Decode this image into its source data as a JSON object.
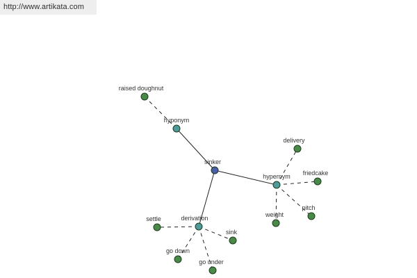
{
  "watermark": "http://www.artikata.com",
  "colors": {
    "center": "#4b5ea8",
    "relation": "#4f9a9a",
    "leaf": "#4a8a48",
    "edge": "#222222"
  },
  "nodes": {
    "sinker": {
      "label": "sinker",
      "kind": "center"
    },
    "hyponym": {
      "label": "hyponym",
      "kind": "relation"
    },
    "hypernym": {
      "label": "hypernym",
      "kind": "relation"
    },
    "derivation": {
      "label": "derivation",
      "kind": "relation"
    },
    "raised_doughnut": {
      "label": "raised doughnut",
      "kind": "leaf"
    },
    "delivery": {
      "label": "delivery",
      "kind": "leaf"
    },
    "friedcake": {
      "label": "friedcake",
      "kind": "leaf"
    },
    "pitch": {
      "label": "pitch",
      "kind": "leaf"
    },
    "weight": {
      "label": "weight",
      "kind": "leaf"
    },
    "settle": {
      "label": "settle",
      "kind": "leaf"
    },
    "sink": {
      "label": "sink",
      "kind": "leaf"
    },
    "go_down": {
      "label": "go down",
      "kind": "leaf"
    },
    "go_under": {
      "label": "go under",
      "kind": "leaf"
    }
  },
  "edges": [
    {
      "from": "sinker",
      "to": "hyponym",
      "style": "solid"
    },
    {
      "from": "sinker",
      "to": "hypernym",
      "style": "solid"
    },
    {
      "from": "sinker",
      "to": "derivation",
      "style": "solid"
    },
    {
      "from": "hyponym",
      "to": "raised_doughnut",
      "style": "dashed"
    },
    {
      "from": "hypernym",
      "to": "delivery",
      "style": "dashed"
    },
    {
      "from": "hypernym",
      "to": "friedcake",
      "style": "dashed"
    },
    {
      "from": "hypernym",
      "to": "pitch",
      "style": "dashed"
    },
    {
      "from": "hypernym",
      "to": "weight",
      "style": "dashed"
    },
    {
      "from": "derivation",
      "to": "settle",
      "style": "dashed"
    },
    {
      "from": "derivation",
      "to": "sink",
      "style": "dashed"
    },
    {
      "from": "derivation",
      "to": "go_down",
      "style": "dashed"
    },
    {
      "from": "derivation",
      "to": "go_under",
      "style": "dashed"
    }
  ]
}
